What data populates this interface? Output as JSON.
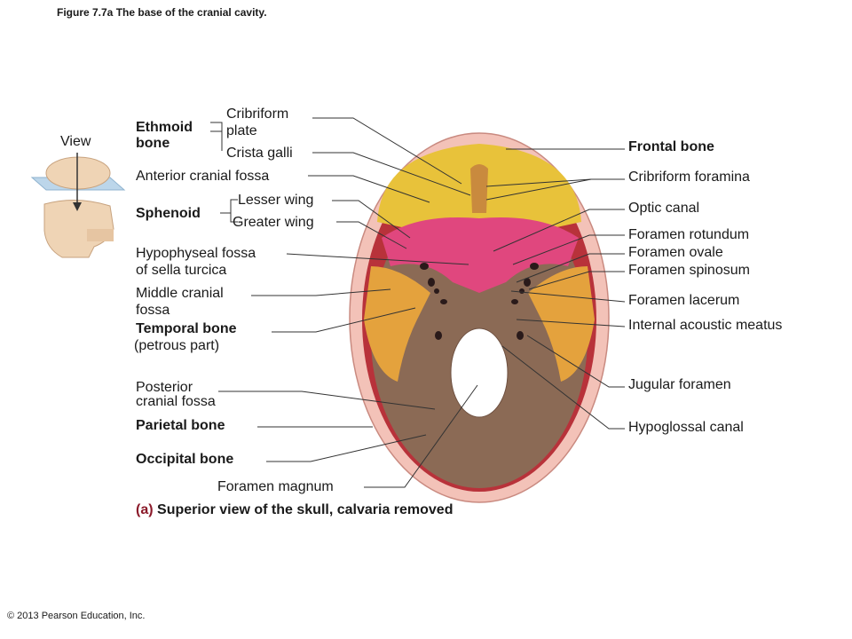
{
  "figure_caption": "Figure 7.7a   The base of the cranial cavity.",
  "view_label": "View",
  "labels_left": {
    "ethmoid_line1": "Ethmoid",
    "ethmoid_line2": "bone",
    "cribriform_line1": "Cribriform",
    "cribriform_line2": "plate",
    "crista_galli": "Crista galli",
    "anterior_fossa": "Anterior cranial fossa",
    "sphenoid": "Sphenoid",
    "lesser_wing": "Lesser wing",
    "greater_wing": "Greater wing",
    "hypophyseal_line1": "Hypophyseal fossa",
    "hypophyseal_line2": "of sella turcica",
    "middle_fossa_line1": "Middle cranial",
    "middle_fossa_line2": "fossa",
    "temporal_bone": "Temporal bone",
    "petrous_part": "(petrous part)",
    "posterior_line1": "Posterior",
    "posterior_line2": "cranial fossa",
    "parietal_bone": "Parietal bone",
    "occipital_bone": "Occipital bone",
    "foramen_magnum": "Foramen magnum"
  },
  "labels_right": {
    "frontal_bone": "Frontal bone",
    "cribriform_foramina": "Cribriform foramina",
    "optic_canal": "Optic canal",
    "foramen_rotundum": "Foramen rotundum",
    "foramen_ovale": "Foramen ovale",
    "foramen_spinosum": "Foramen spinosum",
    "foramen_lacerum": "Foramen lacerum",
    "internal_acoustic_meatus": "Internal acoustic meatus",
    "jugular_foramen": "Jugular foramen",
    "hypoglossal_canal": "Hypoglossal canal"
  },
  "subcaption": {
    "letter": "(a)",
    "text": "Superior view of the skull, calvaria removed"
  },
  "copyright": "© 2013 Pearson Education, Inc.",
  "colors": {
    "frontal": "#e8c23a",
    "sphenoid": "#e0477e",
    "temporal": "#e4a23d",
    "occipital": "#8b6a55",
    "parietal_rim": "#b8323a",
    "outer_rim": "#f3c2b8"
  }
}
